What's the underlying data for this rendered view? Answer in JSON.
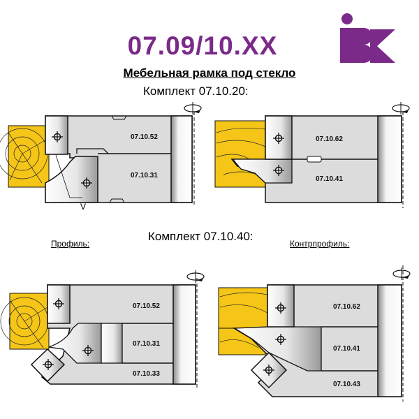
{
  "header": {
    "title": "07.09/10.XX",
    "subtitle": "Мебельная рамка под стекло",
    "logo_text": "IBK",
    "brand_color": "#7b2a8a"
  },
  "kits": [
    {
      "label": "Комплект  07.10.20:"
    },
    {
      "label": "Комплект  07.10.40:"
    }
  ],
  "profile_labels": {
    "profile": "Профиль:",
    "counter_profile": "Контрпрофиль:"
  },
  "diagrams": {
    "top_left": {
      "parts": [
        "07.10.52",
        "07.10.31"
      ],
      "annotation": "V"
    },
    "top_right": {
      "parts": [
        "07.10.62",
        "07.10.41"
      ]
    },
    "bottom_left": {
      "parts": [
        "07.10.52",
        "07.10.31",
        "07.10.33"
      ]
    },
    "bottom_right": {
      "parts": [
        "07.10.62",
        "07.10.41",
        "07.10.43"
      ]
    }
  },
  "colors": {
    "wood": "#f5c518",
    "steel": "#dcdcdc",
    "outline": "#111111"
  }
}
